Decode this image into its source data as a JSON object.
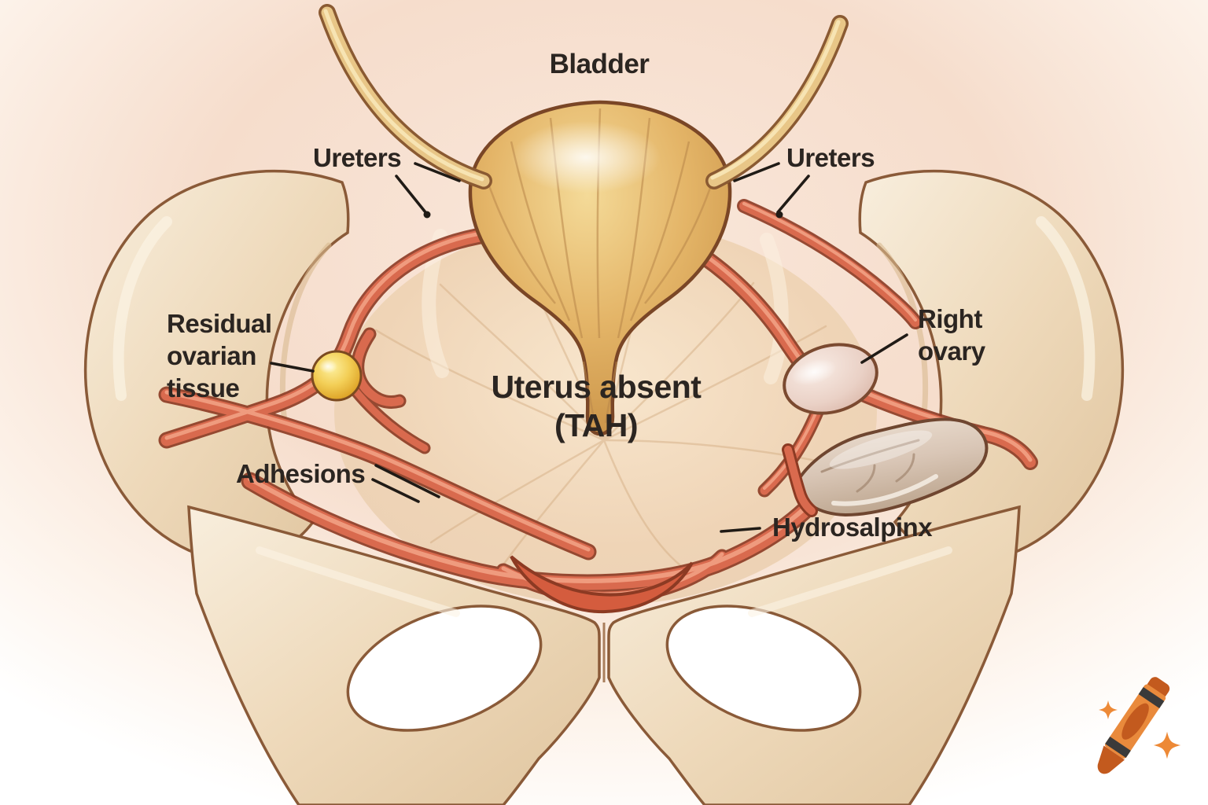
{
  "diagram": {
    "title": "Uterus absent\n(TAH)",
    "labels": {
      "bladder": "Bladder",
      "ureters_left": "Ureters",
      "ureters_right": "Ureters",
      "residual_ovarian_tissue": "Residual\novarian\ntissue",
      "adhesions": "Adhesions",
      "right_ovary": "Right\novary",
      "hydrosalpinx": "Hydrosalpinx"
    },
    "colors": {
      "ink": "#2b2521",
      "background_peach": "#f7e0d0",
      "bladder_gold": "#ddad62",
      "bladder_outline": "#7a4626",
      "ureter_gold": "#e8c687",
      "vessel_red": "#d96a4e",
      "vessel_outline": "#8c3a23",
      "bone_cream": "#eedcc0",
      "bone_outline": "#8a5a38",
      "floor_peach": "#f0d6ba",
      "residual_yellow": "#e9b93c",
      "ovary_pink": "#e9cfc3",
      "hydrosalpinx_tan": "#d5c2b1",
      "crayon_orange": "#e98a3c",
      "crayon_dark_orange": "#c35a1e",
      "crayon_band": "#3a3a3a"
    },
    "icons": {
      "watermark": "crayon-icon"
    }
  }
}
